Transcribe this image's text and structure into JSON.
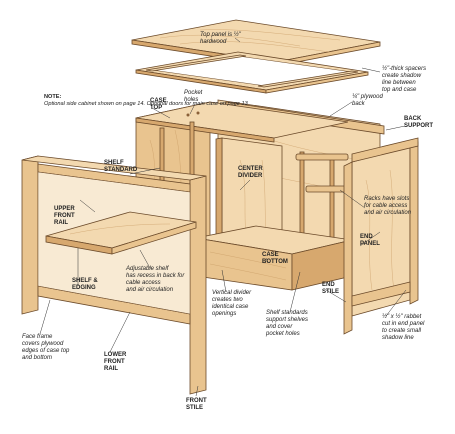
{
  "labels": {
    "top_panel": "Top panel is ½\"\nhardwood",
    "spacers": "½\"-thick spacers\ncreate shadow\nline between\ntop and case",
    "plywood_back": "¼\" plywood\nback",
    "back_support": "BACK\nSUPPORT",
    "case_top": "CASE\nTOP",
    "pocket_holes": "Pocket\nholes",
    "note_title": "NOTE:",
    "note_body": "Optional side cabinet\nshown on page 14.\nOptional doors for\nmain case on page 13",
    "shelf_standard": "SHELF\nSTANDARD",
    "center_divider": "CENTER\nDIVIDER",
    "racks": "Racks have slots\nfor cable access\nand air circulation",
    "upper_front_rail": "UPPER\nFRONT\nRAIL",
    "end_panel": "END\nPANEL",
    "case_bottom": "CASE\nBOTTOM",
    "shelf_edging": "SHELF &\nEDGING",
    "adjustable_shelf": "Adjustable shelf\nhas recess in back for\ncable access\nand air circulation",
    "end_stile": "END\nSTILE",
    "vertical_divider": "Vertical divider\ncreates two\nidentical case\nopenings",
    "shelf_standards_support": "Shelf standards\nsupport shelves\nand cover\npocket holes",
    "rabbet": "½\" x ½\" rabbet\ncut in end panel\nto create small\nshadow line",
    "face_frame": "Face frame\ncovers plywood\nedges of case top\nand bottom",
    "lower_front_rail": "LOWER\nFRONT\nRAIL",
    "front_stile": "FRONT\nSTILE"
  },
  "colors": {
    "wood_light": "#f3d9b0",
    "wood_mid": "#e9c48f",
    "wood_dark": "#d7a86e",
    "outline": "#6b4a2a",
    "leader": "#333333"
  }
}
